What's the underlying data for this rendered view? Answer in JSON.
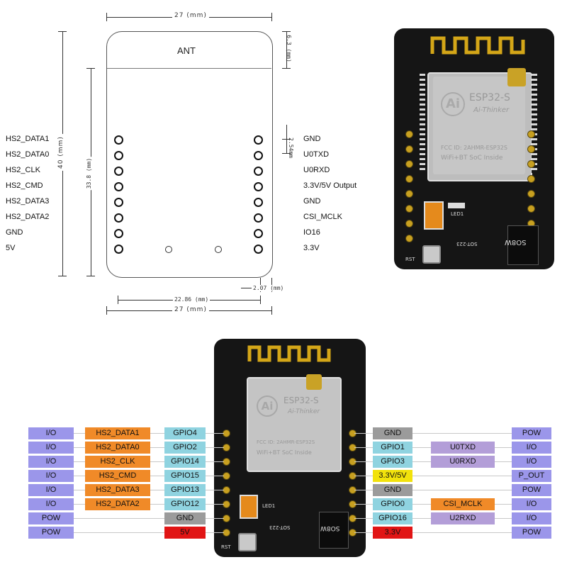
{
  "dimensions": {
    "width_top": "27 (mm)",
    "width_bottom": "27 (mm)",
    "height": "40 (mm)",
    "inner_height": "33.8 (mm)",
    "antenna_height": "6.3 (mm)",
    "pitch": "2.54mm",
    "hole_span": "22.86 (mm)",
    "edge_offset": "2.07 (mm)",
    "antenna_label": "ANT"
  },
  "left_pins": [
    "HS2_DATA1",
    "HS2_DATA0",
    "HS2_CLK",
    "HS2_CMD",
    "HS2_DATA3",
    "HS2_DATA2",
    "GND",
    "5V"
  ],
  "right_pins": [
    "GND",
    "U0TXD",
    "U0RXD",
    "3.3V/5V Output",
    "GND",
    "CSI_MCLK",
    "IO16",
    "3.3V"
  ],
  "board": {
    "rst": "RST",
    "module_line1": "ESP32-S",
    "module_line2": "Ai-Thinker",
    "module_fcc": "FCC ID: 2AHMR-ESP32S",
    "module_sub": "WiFi+BT SoC Inside",
    "module_logo": "Ai",
    "led": "LED1",
    "sot": "SOT-223",
    "chip": "SO8W"
  },
  "pinout_left": [
    {
      "type": "I/O",
      "func": "HS2_DATA1",
      "gpio": "GPIO4"
    },
    {
      "type": "I/O",
      "func": "HS2_DATA0",
      "gpio": "GPIO2"
    },
    {
      "type": "I/O",
      "func": "HS2_CLK",
      "gpio": "GPIO14"
    },
    {
      "type": "I/O",
      "func": "HS2_CMD",
      "gpio": "GPIO15"
    },
    {
      "type": "I/O",
      "func": "HS2_DATA3",
      "gpio": "GPIO13"
    },
    {
      "type": "I/O",
      "func": "HS2_DATA2",
      "gpio": "GPIO12"
    },
    {
      "type": "POW",
      "func": "",
      "gpio": "GND"
    },
    {
      "type": "POW",
      "func": "",
      "gpio": "5V"
    }
  ],
  "pinout_right": [
    {
      "gpio": "GND",
      "func": "",
      "type": "POW"
    },
    {
      "gpio": "GPIO1",
      "func": "U0TXD",
      "type": "I/O"
    },
    {
      "gpio": "GPIO3",
      "func": "U0RXD",
      "type": "I/O"
    },
    {
      "gpio": "3.3V/5V",
      "func": "",
      "type": "P_OUT"
    },
    {
      "gpio": "GND",
      "func": "",
      "type": "POW"
    },
    {
      "gpio": "GPIO0",
      "func": "CSI_MCLK",
      "type": "I/O"
    },
    {
      "gpio": "GPIO16",
      "func": "U2RXD",
      "type": "I/O"
    },
    {
      "gpio": "3.3V",
      "func": "",
      "type": "POW"
    }
  ],
  "colors": {
    "io": "#9b96ea",
    "hs": "#f08a28",
    "gpio": "#8fd3e0",
    "gnd": "#9b9b9b",
    "power": "#e11515",
    "pout": "#f2e20c",
    "uart": "#b39ed8",
    "pcb": "#151515",
    "gold": "#c8a020"
  }
}
